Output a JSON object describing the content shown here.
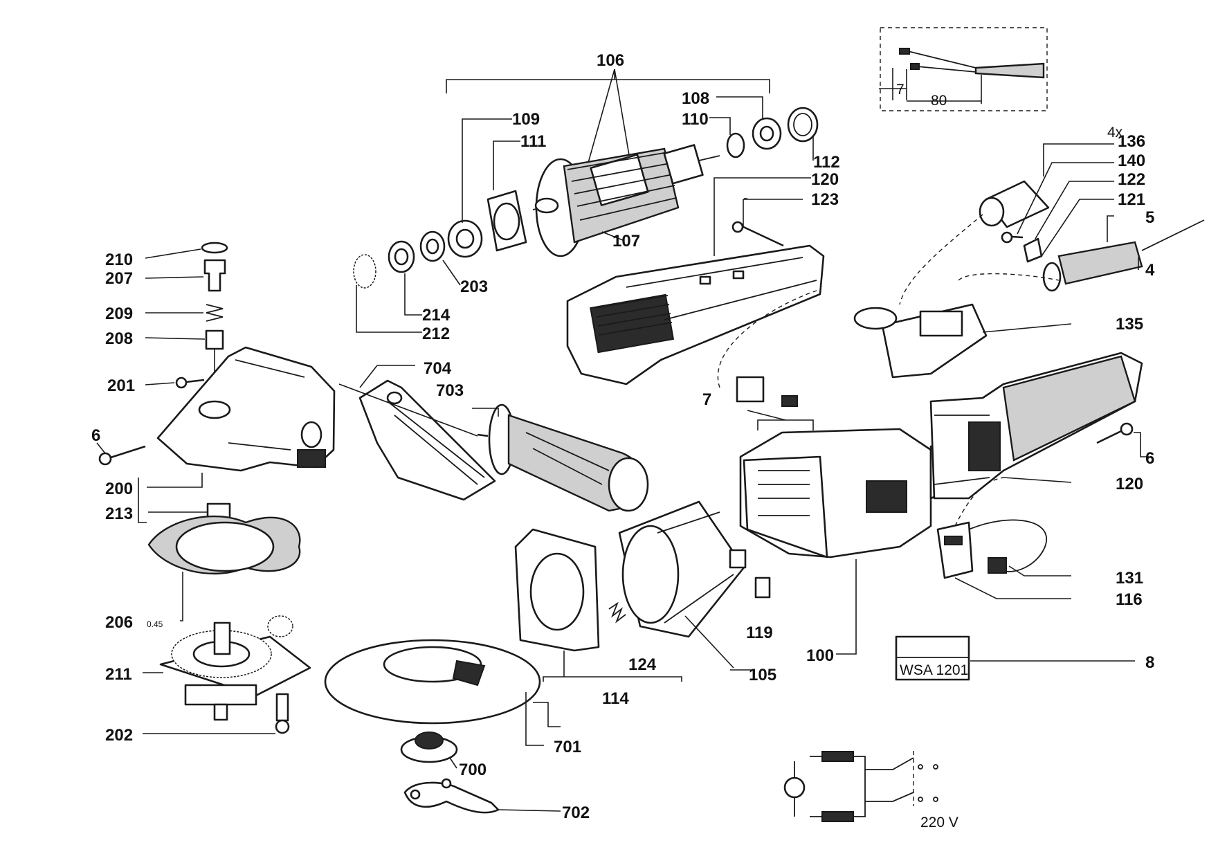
{
  "callouts": {
    "c106": "106",
    "c108": "108",
    "c110": "110",
    "c109": "109",
    "c111": "111",
    "c112": "112",
    "c120a": "120",
    "c123": "123",
    "c107": "107",
    "c203": "203",
    "c214": "214",
    "c212": "212",
    "c210": "210",
    "c207": "207",
    "c209": "209",
    "c208": "208",
    "c201": "201",
    "c6a": "6",
    "c200": "200",
    "c213": "213",
    "c206": "206",
    "c211": "211",
    "c202": "202",
    "c704": "704",
    "c703": "703",
    "c701": "701",
    "c700": "700",
    "c702": "702",
    "c114": "114",
    "c124": "124",
    "c105": "105",
    "c119": "119",
    "c100": "100",
    "c7b": "7",
    "c136": "136",
    "c140": "140",
    "c122": "122",
    "c121": "121",
    "c5": "5",
    "c4": "4",
    "c135": "135",
    "c6b": "6",
    "c120b": "120",
    "c131": "131",
    "c116": "116",
    "c8": "8"
  },
  "inset": {
    "dim_small": "7",
    "dim_large": "80"
  },
  "annotations": {
    "gasket_thickness": "0.45",
    "quantity": "4x",
    "voltage": "220 V"
  },
  "nameplate": {
    "model": "WSA 1201"
  }
}
